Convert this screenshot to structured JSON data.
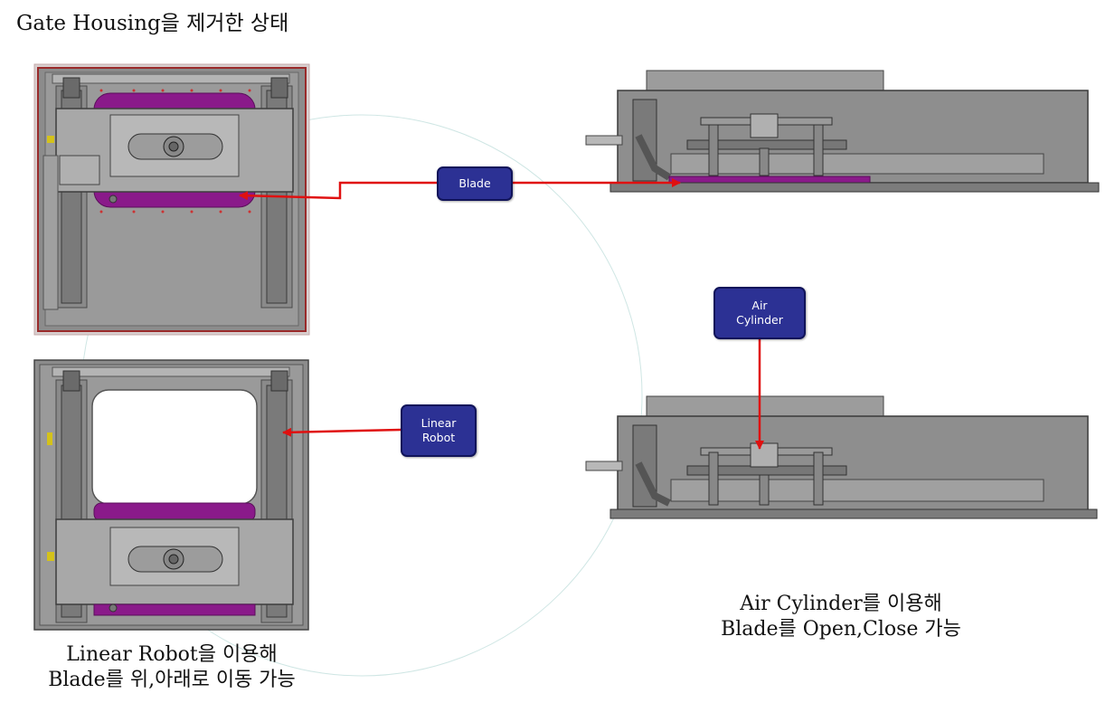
{
  "title": "Gate Housing을 제거한 상태",
  "captions": {
    "left_line1": "Linear Robot을 이용해",
    "left_line2": "Blade를 위,아래로 이동 가능",
    "right_line1": "Air Cylinder를 이용해",
    "right_line2": "Blade를 Open,Close 가능"
  },
  "callouts": {
    "blade": "Blade",
    "air_cylinder_line1": "Air",
    "air_cylinder_line2": "Cylinder",
    "linear_robot_line1": "Linear",
    "linear_robot_line2": "Robot"
  },
  "colors": {
    "callout_fill": "#2c3194",
    "arrow": "#e01010",
    "blade_magenta": "#8a1a8a",
    "frame_gray": "#8c8c8c",
    "housing_outline": "#9a2a2a"
  }
}
